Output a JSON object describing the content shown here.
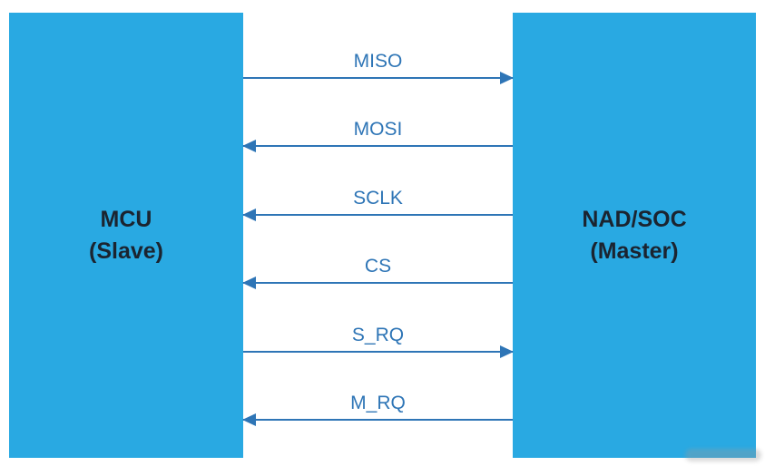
{
  "diagram": {
    "left_block": {
      "title": "MCU",
      "subtitle": "(Slave)"
    },
    "right_block": {
      "title": "NAD/SOC",
      "subtitle": "(Master)"
    },
    "signals": [
      {
        "label": "MISO",
        "direction": "right"
      },
      {
        "label": "MOSI",
        "direction": "left"
      },
      {
        "label": "SCLK",
        "direction": "left"
      },
      {
        "label": "CS",
        "direction": "left"
      },
      {
        "label": "S_RQ",
        "direction": "right"
      },
      {
        "label": "M_RQ",
        "direction": "left"
      }
    ],
    "colors": {
      "block_fill": "#29A9E2",
      "block_text": "#1b2430",
      "arrow_and_label": "#2E75B6",
      "background": "#ffffff"
    }
  }
}
